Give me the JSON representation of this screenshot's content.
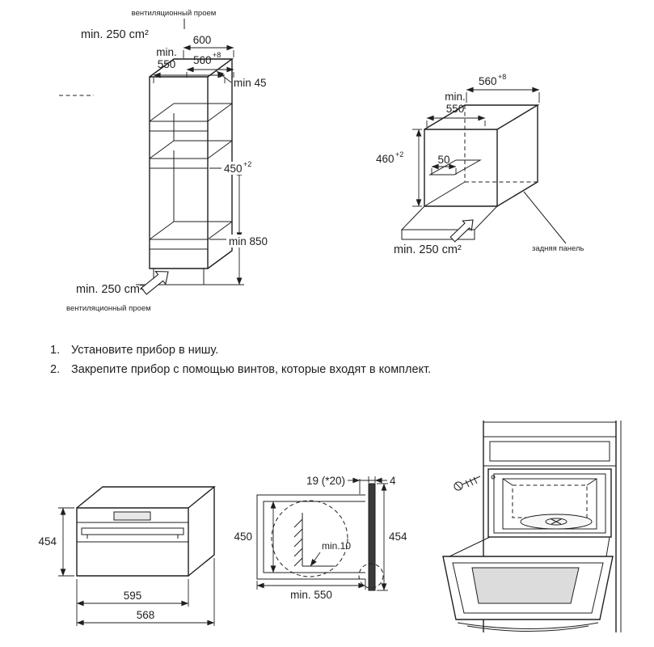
{
  "colors": {
    "ink": "#1f1f1f",
    "door_glass": "#dcdcdc"
  },
  "cabinet": {
    "vent_top_label": "вентиляционный проем",
    "vent_top_area": "min. 250 cm²",
    "outer_width": "600",
    "depth_min_line1": "min.",
    "depth_min_line2": "550",
    "niche_width_base": "560",
    "niche_width_sup": "+8",
    "top_gap": "min 45",
    "niche_height_base": "450",
    "niche_height_sup": "+2",
    "floor_height": "min 850",
    "vent_bottom_area": "min. 250 cm²",
    "vent_bottom_label": "вентиляционный проем"
  },
  "niche": {
    "width_base": "560",
    "width_sup": "+8",
    "depth_min_line1": "min.",
    "depth_min_line2": "550",
    "height_base": "460",
    "height_sup": "+2",
    "rail_offset": "50",
    "vent_area": "min. 250 cm²",
    "rear_panel_label": "задняя панель"
  },
  "steps": [
    {
      "num": "1.",
      "text": "Установите прибор в нишу."
    },
    {
      "num": "2.",
      "text": "Закрепите прибор с помощью винтов, которые входят в комплект."
    }
  ],
  "oven_front": {
    "height": "454",
    "width": "595",
    "depth": "568"
  },
  "section": {
    "door_offset": "19 (*20)",
    "door_gap": "4",
    "niche_height": "450",
    "front_height": "454",
    "bottom_clearance": "min.10",
    "niche_depth": "min. 550"
  }
}
